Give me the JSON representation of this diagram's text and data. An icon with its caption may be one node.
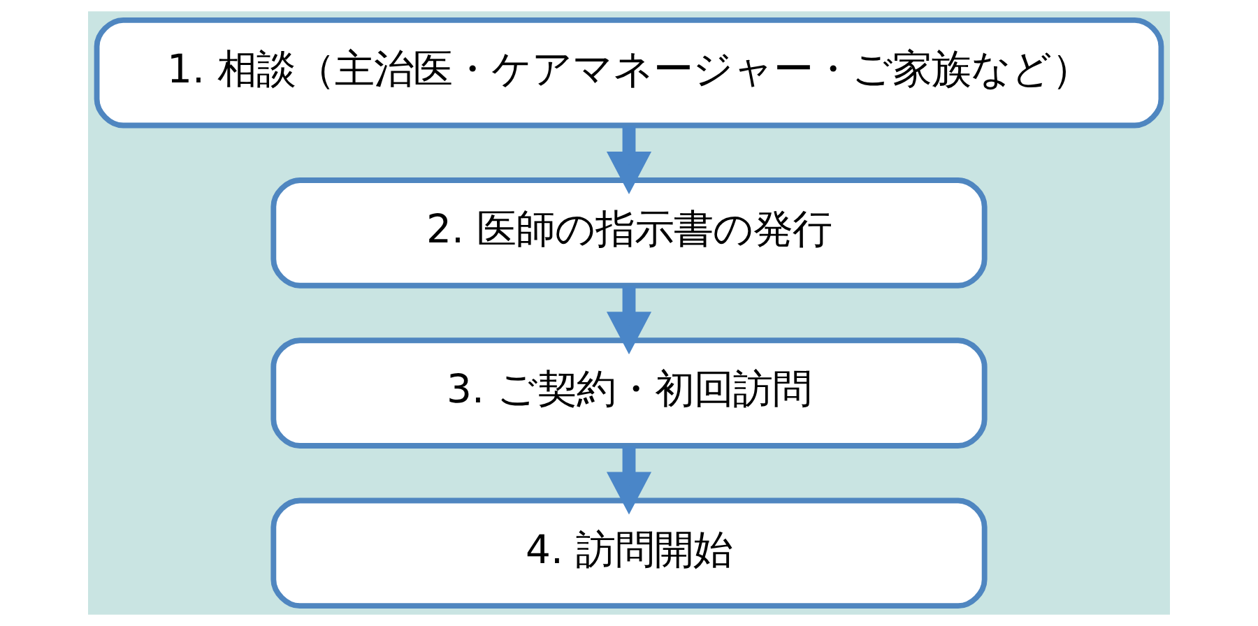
{
  "diagram": {
    "nodes": [
      {
        "text": [
          "1. 相談（主治医・ケアマネージャー・ご家族など）"
        ]
      },
      {
        "text": [
          "2. 医師の指示書の発行"
        ]
      },
      {
        "text": [
          "3. ご契約・初回訪問"
        ]
      },
      {
        "text": [
          "4. 訪問開始"
        ]
      }
    ],
    "edges": [
      {
        "from": 0,
        "to": 1,
        "arrow": "to"
      },
      {
        "from": 1,
        "to": 2,
        "arrow": "to"
      },
      {
        "from": 2,
        "to": 3,
        "arrow": "to"
      }
    ]
  }
}
